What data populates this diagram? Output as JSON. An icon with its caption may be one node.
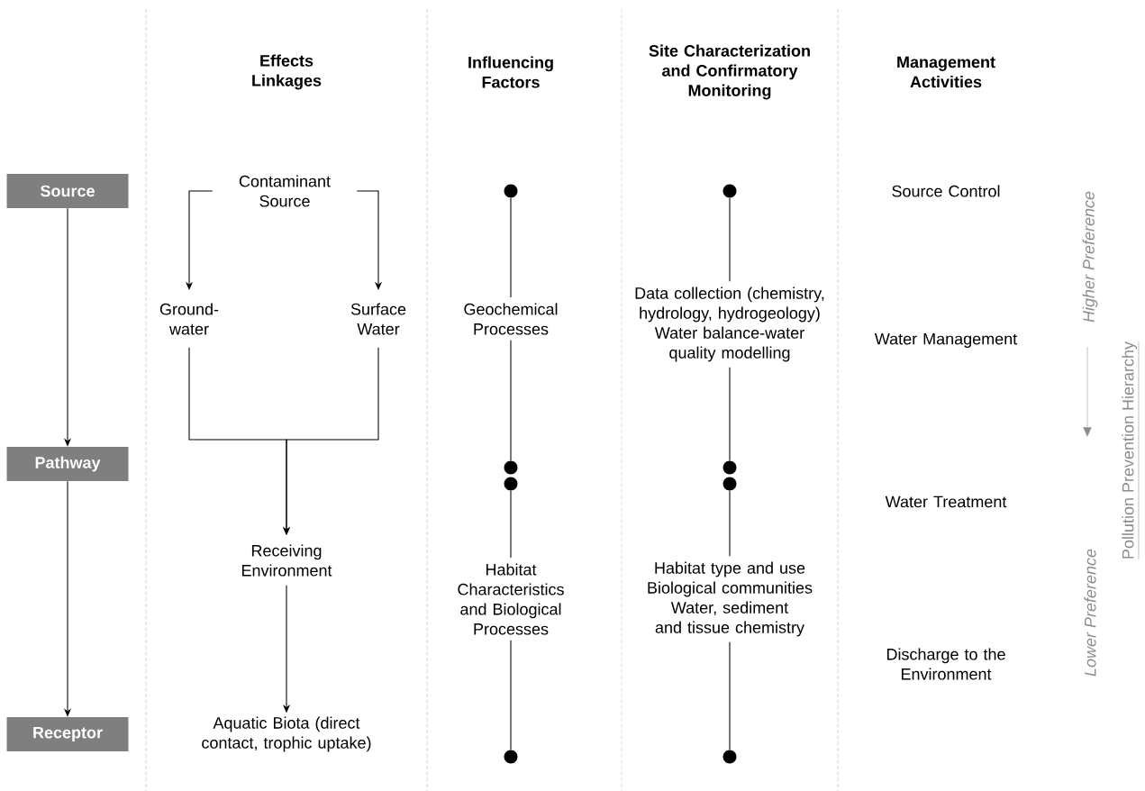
{
  "diagram": {
    "nodes": [
      {
        "text": [
          "Source"
        ]
      },
      {
        "text": [
          "Pathway"
        ]
      },
      {
        "text": [
          "Receptor"
        ]
      },
      {
        "text": [
          "Contaminant Source"
        ]
      },
      {
        "text": [
          "Ground-water"
        ]
      },
      {
        "text": [
          "Surface Water"
        ]
      },
      {
        "text": [
          "Receiving Environment"
        ]
      },
      {
        "text": [
          "Aquatic Biota (direct contact, trophic uptake)"
        ]
      },
      {
        "text": [],
        "shape": "circle"
      },
      {
        "text": [
          "Geochemical Processes"
        ]
      },
      {
        "text": [],
        "shape": "circle"
      },
      {
        "text": [],
        "shape": "circle"
      },
      {
        "text": [
          "Habitat Characteristics and Biological Processes"
        ]
      },
      {
        "text": [],
        "shape": "circle"
      },
      {
        "text": [],
        "shape": "circle"
      },
      {
        "text": [
          "Data collection (chemistry, hydrology, hydrogeology)",
          "Water balance-water quality modelling"
        ]
      },
      {
        "text": [],
        "shape": "circle"
      },
      {
        "text": [],
        "shape": "circle"
      },
      {
        "text": [
          "Habitat type and use",
          "Biological communities",
          "Water, sediment and tissue chemistry"
        ]
      },
      {
        "text": [],
        "shape": "circle"
      }
    ],
    "edges": [
      {
        "from": 0,
        "to": 1,
        "arrow": "to"
      },
      {
        "from": 1,
        "to": 2,
        "arrow": "to"
      },
      {
        "from": 3,
        "to": 4,
        "arrow": "to"
      },
      {
        "from": 3,
        "to": 5,
        "arrow": "to"
      },
      {
        "from": 4,
        "to": 6,
        "arrow": "to"
      },
      {
        "from": 5,
        "to": 6,
        "arrow": "to"
      },
      {
        "from": 6,
        "to": 7,
        "arrow": "to"
      },
      {
        "from": 8,
        "to": 9,
        "arrow": "none"
      },
      {
        "from": 9,
        "to": 10,
        "arrow": "none"
      },
      {
        "from": 11,
        "to": 12,
        "arrow": "none"
      },
      {
        "from": 12,
        "to": 13,
        "arrow": "none"
      },
      {
        "from": 14,
        "to": 15,
        "arrow": "none"
      },
      {
        "from": 15,
        "to": 16,
        "arrow": "none"
      },
      {
        "from": 17,
        "to": 18,
        "arrow": "none"
      },
      {
        "from": 18,
        "to": 19,
        "arrow": "none"
      }
    ],
    "labels": [
      "Effects Linkages",
      "Influencing Factors",
      "Site Characterization and Confirmatory Monitoring",
      "Management Activities",
      "Source Control",
      "Water Management",
      "Water Treatment",
      "Discharge to the Environment",
      "Higher Preference",
      "Lower Preference",
      "Pollution Prevention Hierarchy"
    ]
  }
}
